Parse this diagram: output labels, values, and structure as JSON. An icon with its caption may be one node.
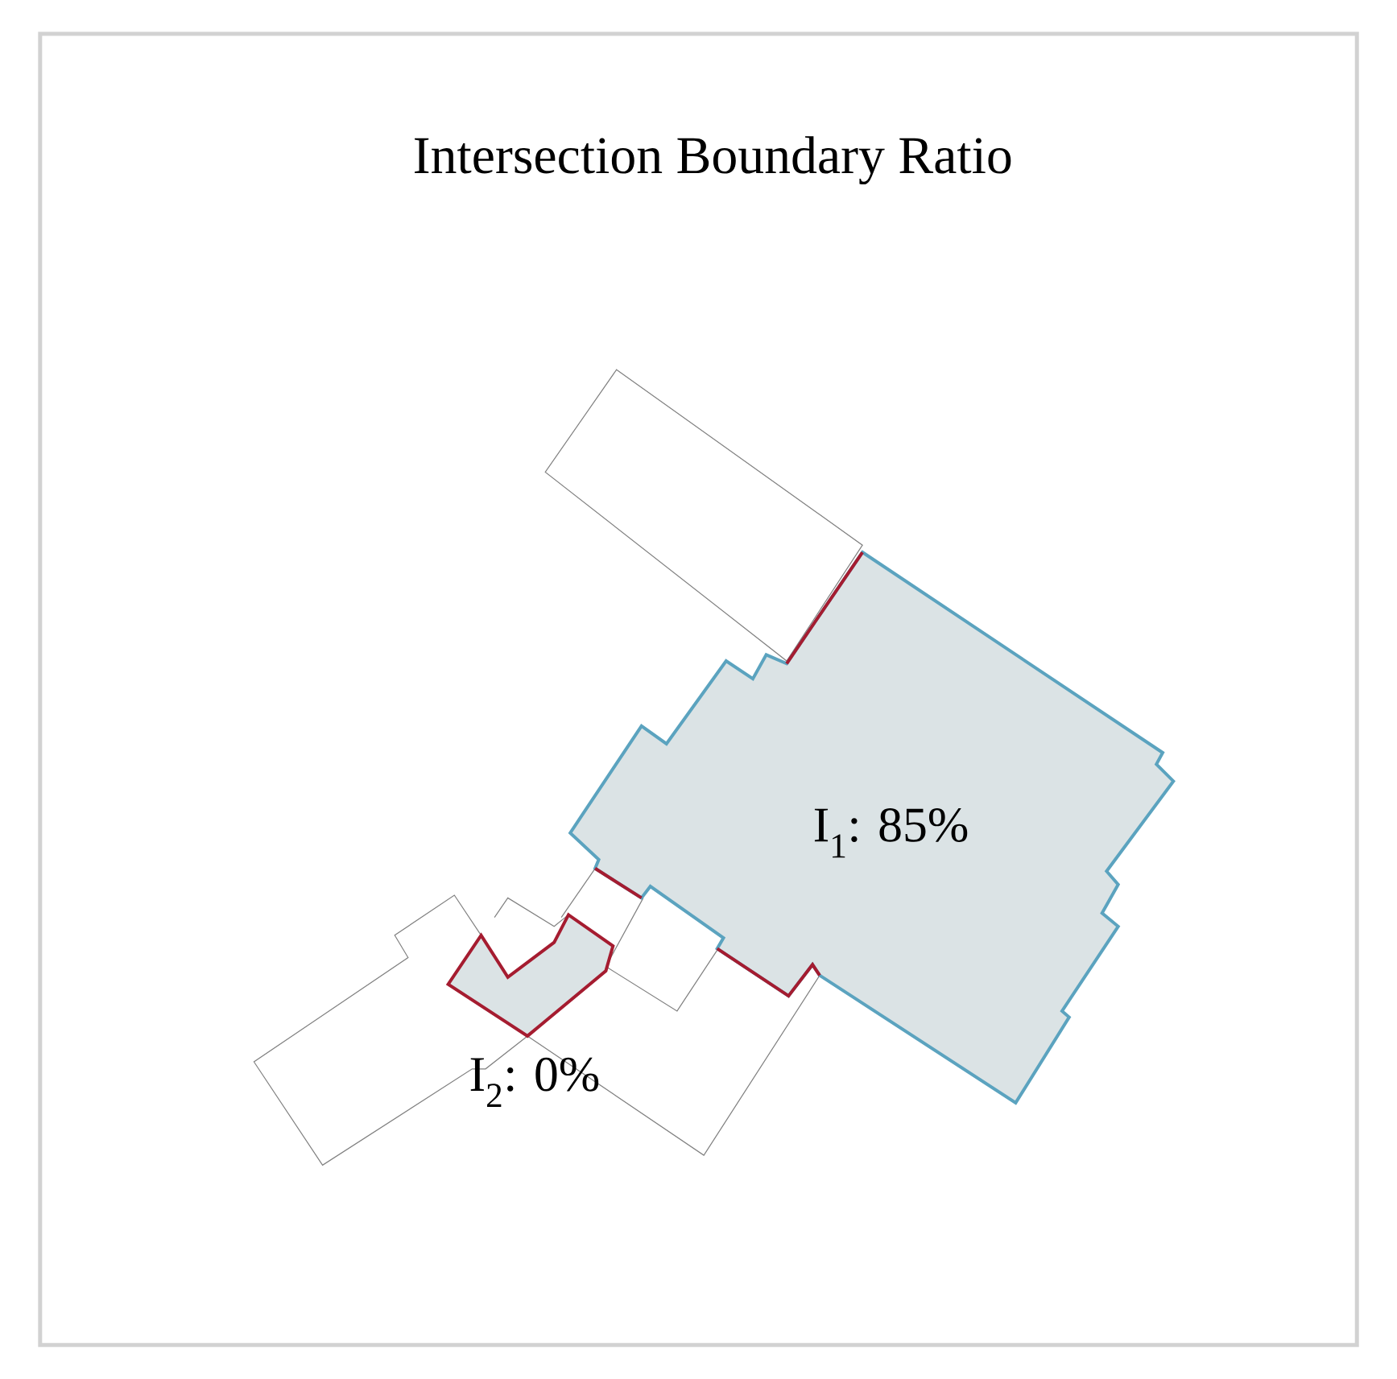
{
  "diagram": {
    "title": "Intersection Boundary Ratio",
    "labels": [
      "I$_{1}$: 85%",
      "I$_{2}$: 0%"
    ]
  }
}
